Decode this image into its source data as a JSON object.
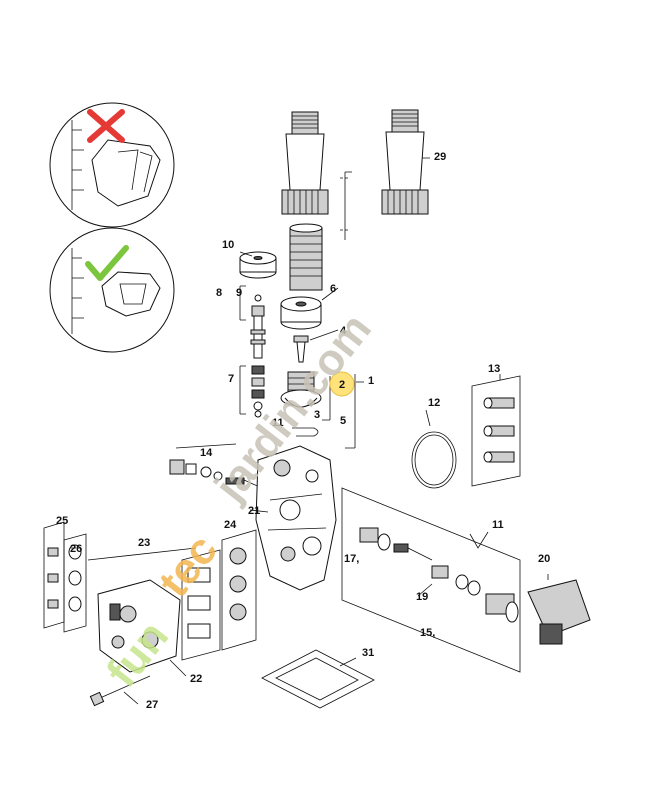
{
  "labels": {
    "l1": "1",
    "l2": "2",
    "l3": "3",
    "l4": "4",
    "l5": "5",
    "l6": "6",
    "l7": "7",
    "l8": "8",
    "l9": "9",
    "l10": "10",
    "l11a": "11",
    "l11b": "11",
    "l12": "12",
    "l13": "13",
    "l14": "14",
    "l15": "15,",
    "l17": "17,",
    "l19": "19",
    "l20": "20",
    "l21": "21",
    "l22": "22",
    "l23": "23",
    "l24": "24",
    "l25": "25",
    "l26": "26",
    "l27": "27",
    "l29": "29",
    "l31": "31"
  },
  "highlight_label": "2",
  "watermark": {
    "green_part": "fun",
    "orange_part": "tec",
    "grey_part": "jardin.com",
    "colors": {
      "green": "#c6e58c",
      "orange": "#f3b64f",
      "grey": "#c8c2b6"
    }
  },
  "colors": {
    "wrong_mark": "#e53935",
    "right_mark": "#7cc63d",
    "highlight": "#ffe27a"
  },
  "icons": {
    "wrong": "cross-icon",
    "right": "check-icon"
  }
}
